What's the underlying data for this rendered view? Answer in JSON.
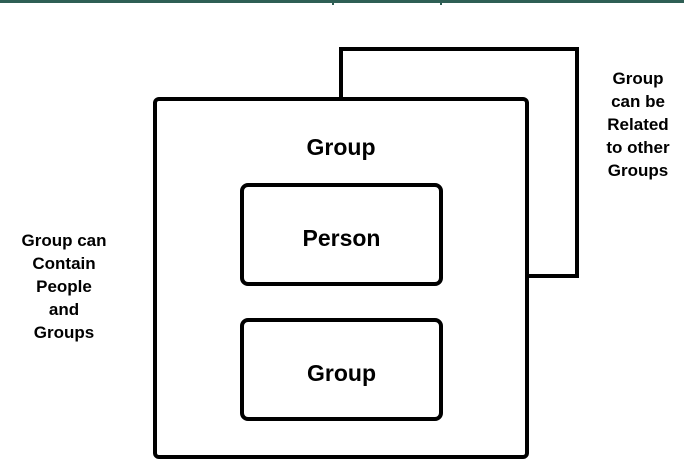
{
  "diagram": {
    "outer_group_label": "Group",
    "inner_person_label": "Person",
    "inner_group_label": "Group",
    "note_left": "Group can\nContain\nPeople\nand\nGroups",
    "note_right": "Group\ncan be\nRelated\nto other\nGroups"
  },
  "colors": {
    "stroke": "#000000",
    "top_rule": "#2f5f55"
  }
}
